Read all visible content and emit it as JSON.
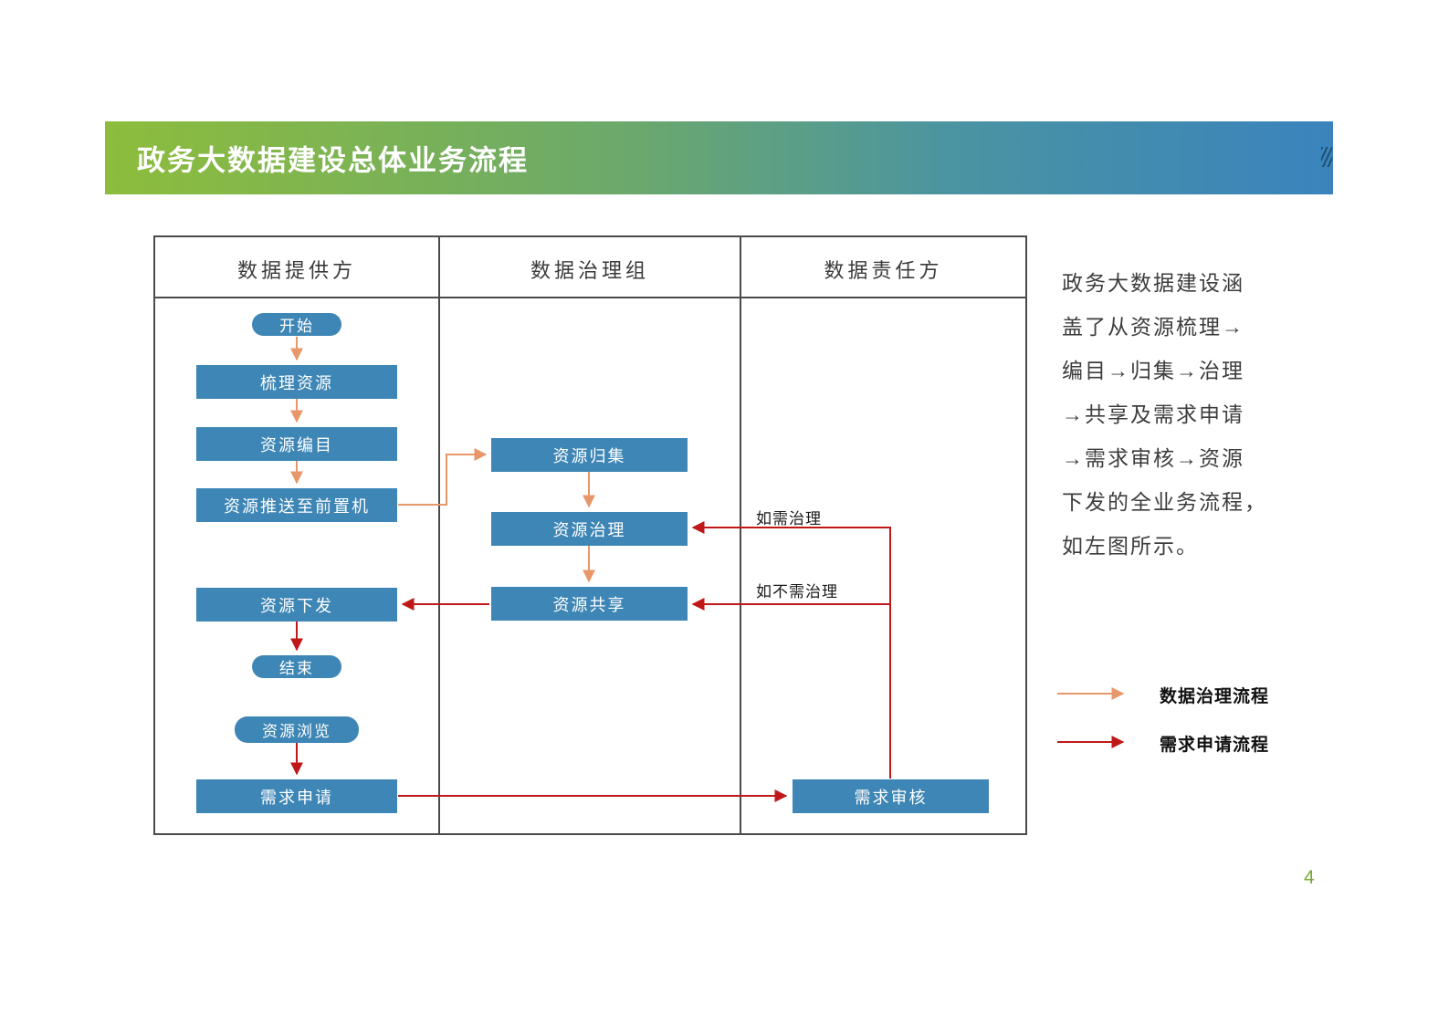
{
  "banner": {
    "title": "政务大数据建设总体业务流程"
  },
  "flow": {
    "lane_headers": [
      "数据提供方",
      "数据治理组",
      "数据责任方"
    ],
    "nodes": {
      "start": "开始",
      "organize": "梳理资源",
      "catalog": "资源编目",
      "push": "资源推送至前置机",
      "collect": "资源归集",
      "govern": "资源治理",
      "share": "资源共享",
      "distribute": "资源下发",
      "end": "结束",
      "browse": "资源浏览",
      "apply": "需求申请",
      "review": "需求审核"
    },
    "conditions": {
      "need": "如需治理",
      "no_need": "如不需治理"
    }
  },
  "side_note": {
    "lines": [
      "政务大数据建设涵",
      "盖了从资源梳理→",
      "编目→归集→治理",
      "→共享及需求申请",
      "→需求审核→资源",
      "下发的全业务流程，",
      "如左图所示。"
    ]
  },
  "legend": {
    "governance": {
      "label": "数据治理流程",
      "color": "#e8976b"
    },
    "application": {
      "label": "需求申请流程",
      "color": "#c01818"
    }
  },
  "page_number": "4",
  "colors": {
    "banner_gradient_left": "#8dbd3c",
    "banner_gradient_right": "#3a83bd",
    "node_fill": "#3e86b5",
    "governance_arrow": "#e8976b",
    "application_arrow": "#c01818",
    "frame_border": "#4a4a4a",
    "page_number": "#76a832"
  }
}
